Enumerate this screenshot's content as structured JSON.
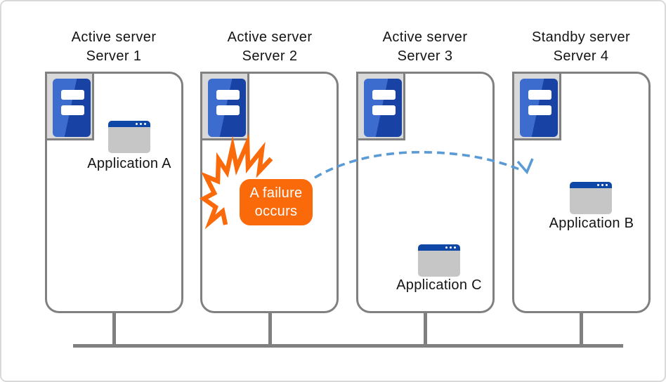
{
  "servers": [
    {
      "role": "Active server",
      "name": "Server 1",
      "app": "Application A"
    },
    {
      "role": "Active server",
      "name": "Server 2",
      "app": null
    },
    {
      "role": "Active server",
      "name": "Server 3",
      "app": "Application C"
    },
    {
      "role": "Standby server",
      "name": "Server 4",
      "app": "Application B"
    }
  ],
  "failure": {
    "line1": "A failure",
    "line2": "occurs"
  },
  "icons": {
    "server": "server-icon",
    "app_window": "app-window-icon",
    "burst": "failure-burst-icon",
    "arrow": "failover-arrow-icon"
  },
  "colors": {
    "accent_orange": "#FA690A",
    "server_blue": "#1843A5",
    "server_blue_light": "#3B6CCE",
    "titlebar_blue": "#0E47A6",
    "arrow_blue": "#5B9BD5",
    "line_gray": "#808080",
    "plate_gray": "#D9D9D9",
    "app_body_gray": "#C6C6C6",
    "text": "#141414"
  }
}
